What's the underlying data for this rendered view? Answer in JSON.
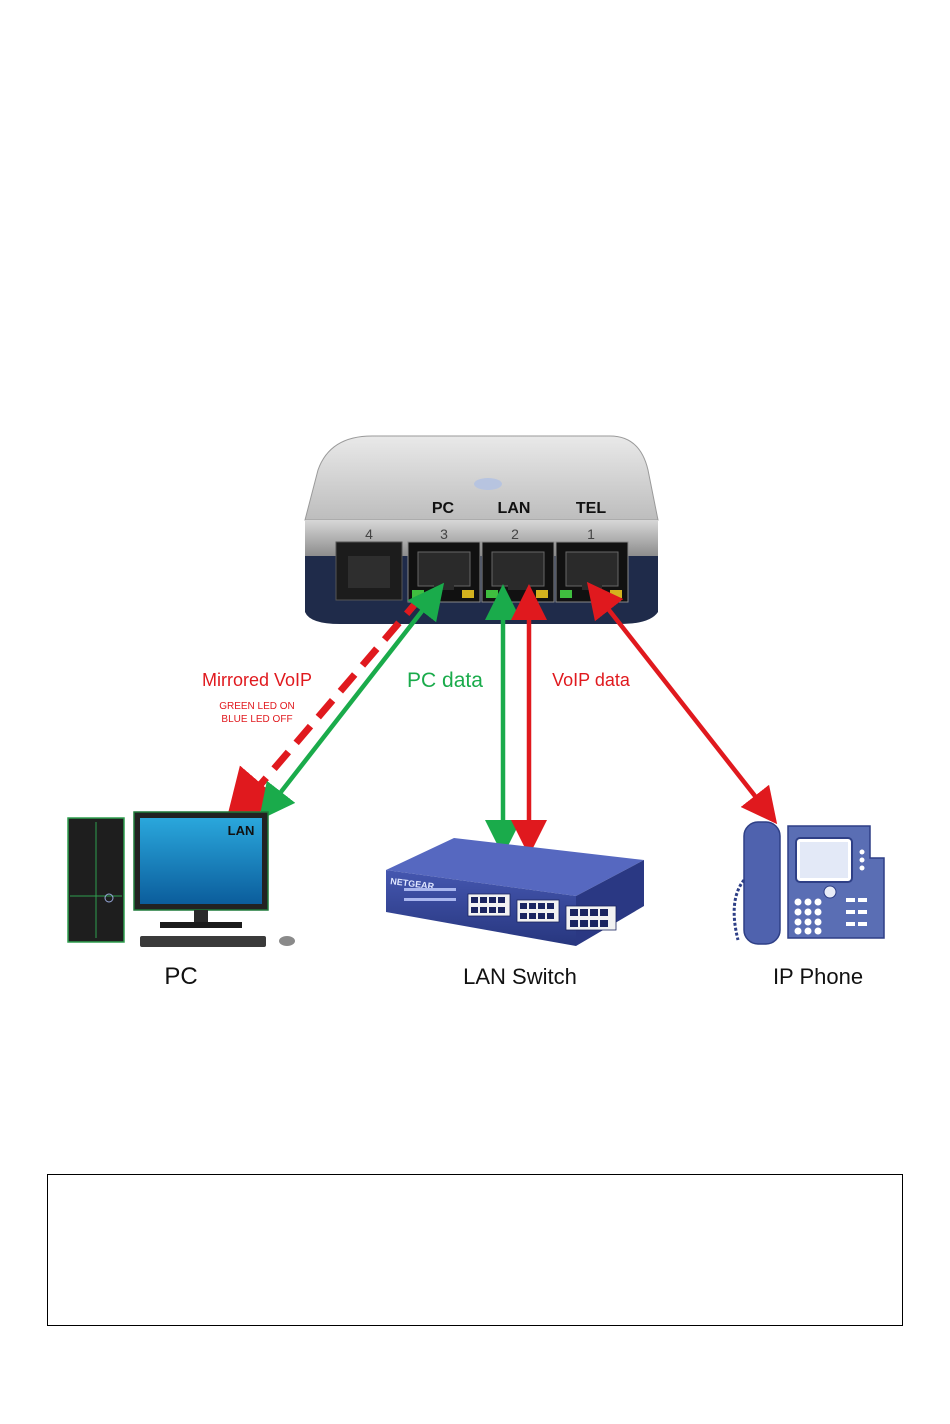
{
  "device": {
    "port_labels": [
      "PC",
      "LAN",
      "TEL"
    ],
    "port_numbers": [
      "4",
      "3",
      "2",
      "1"
    ]
  },
  "links": {
    "mirrored_voip": "Mirrored VoIP",
    "led_status_line1": "GREEN LED ON",
    "led_status_line2": "BLUE LED OFF",
    "pc_data": "PC data",
    "voip_data": "VoIP data"
  },
  "endpoints": {
    "pc": "PC",
    "lan_switch": "LAN Switch",
    "ip_phone": "IP Phone",
    "monitor_label": "LAN",
    "switch_brand": "NETGEAR"
  },
  "colors": {
    "green": "#1aab4b",
    "red": "#e0191e",
    "switch_blue": "#34449a",
    "phone_blue": "#5a6eb4",
    "device_silver": "#c9c9c9",
    "device_navy": "#1f2b4a"
  }
}
